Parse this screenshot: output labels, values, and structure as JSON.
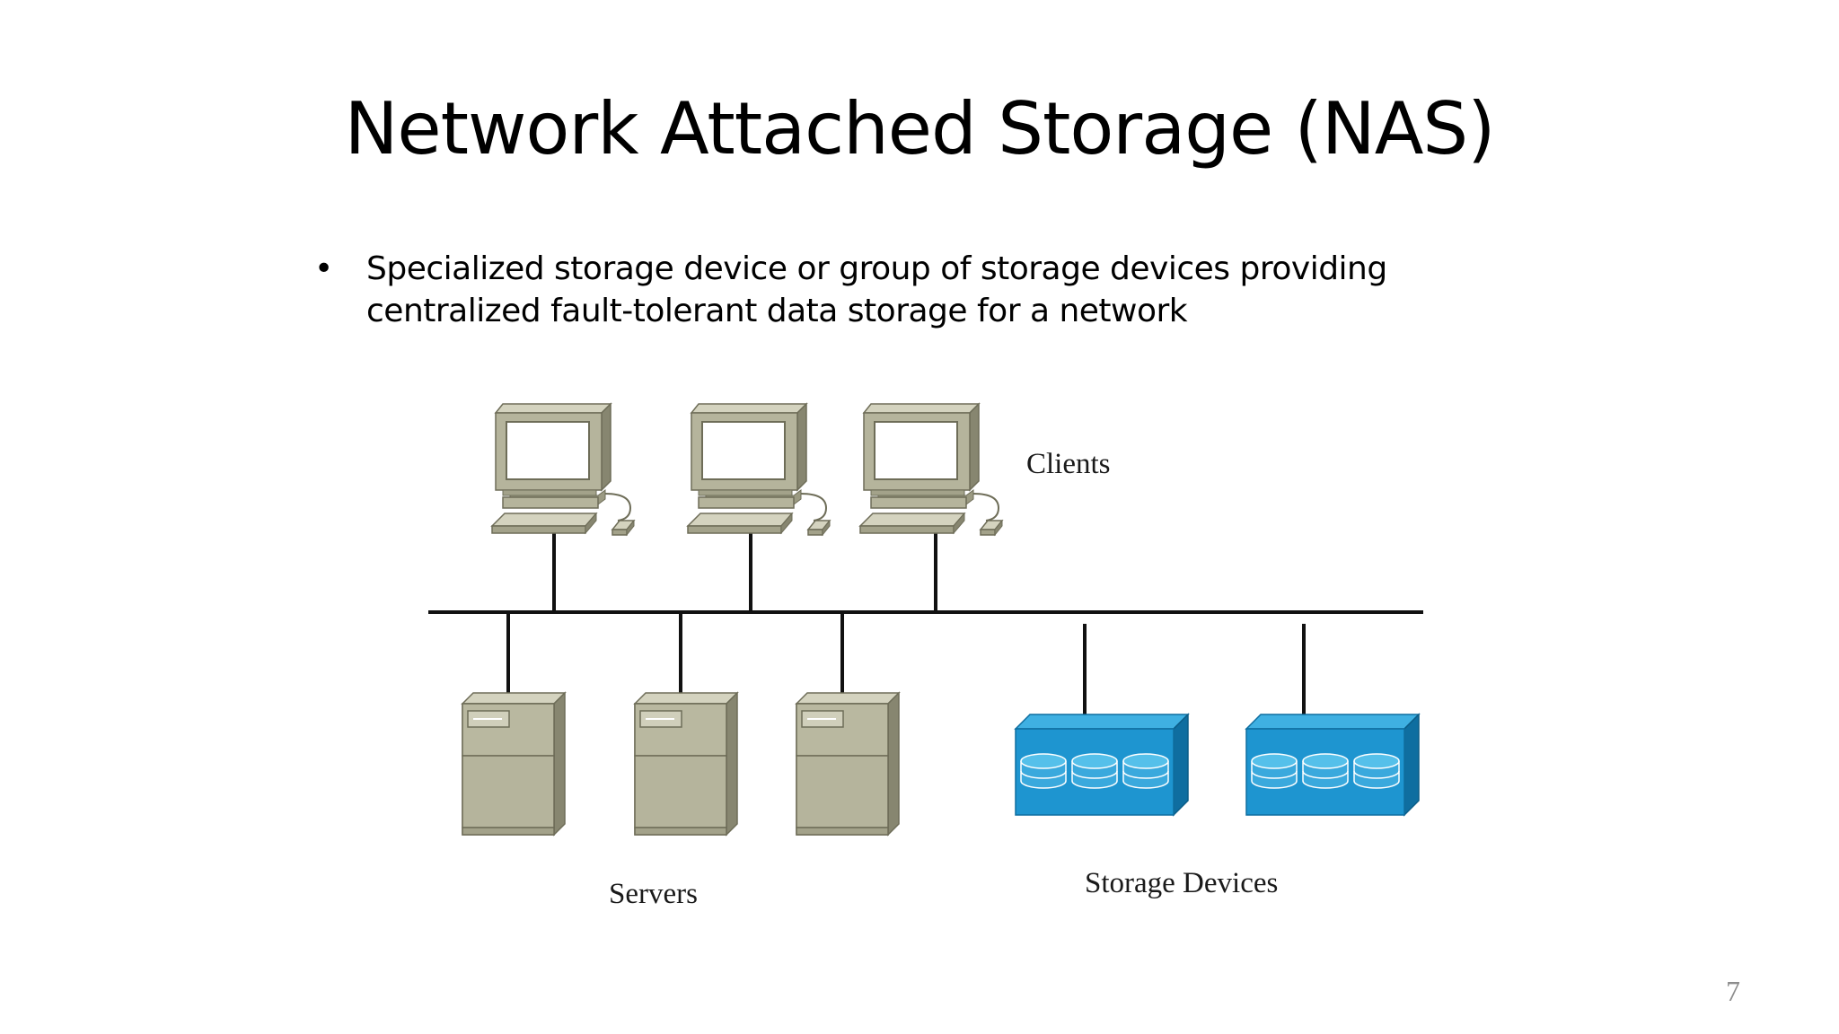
{
  "slide": {
    "title": "Network Attached Storage (NAS)",
    "bullet_symbol": "•",
    "bullets": [
      {
        "lines": [
          "Specialized storage device or group of storage devices providing",
          "centralized fault-tolerant data storage for a network"
        ]
      }
    ],
    "page_number": "7"
  },
  "diagram": {
    "labels": {
      "clients": "Clients",
      "servers": "Servers",
      "storage_devices": "Storage Devices"
    },
    "client_count": 3,
    "server_count": 3,
    "storage_device_count": 2,
    "colors": {
      "device_gray": "#b5b49c",
      "device_gray_dark": "#7e7d66",
      "storage_blue": "#1e95d0",
      "storage_blue_dark": "#0f6ea0",
      "storage_blue_light": "#55c0ea",
      "network_line": "#111111"
    }
  }
}
